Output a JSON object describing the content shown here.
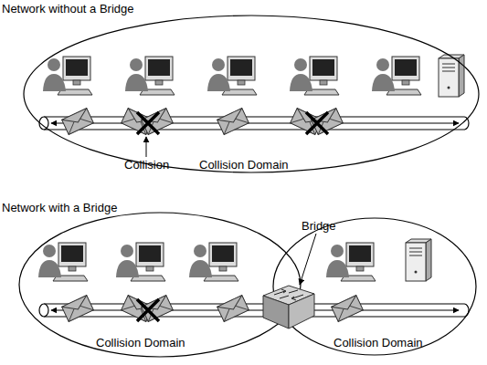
{
  "diagram": {
    "nodes": [
      {
        "text": [
          "Network without a Bridge",
          "Collision Domain"
        ]
      },
      {
        "text": [
          "Collision Domain"
        ]
      },
      {
        "text": [
          "Collision Domain"
        ]
      },
      {
        "text": [
          "Bridge"
        ]
      }
    ],
    "labels": [
      "Collision",
      "Network with a Bridge"
    ]
  }
}
